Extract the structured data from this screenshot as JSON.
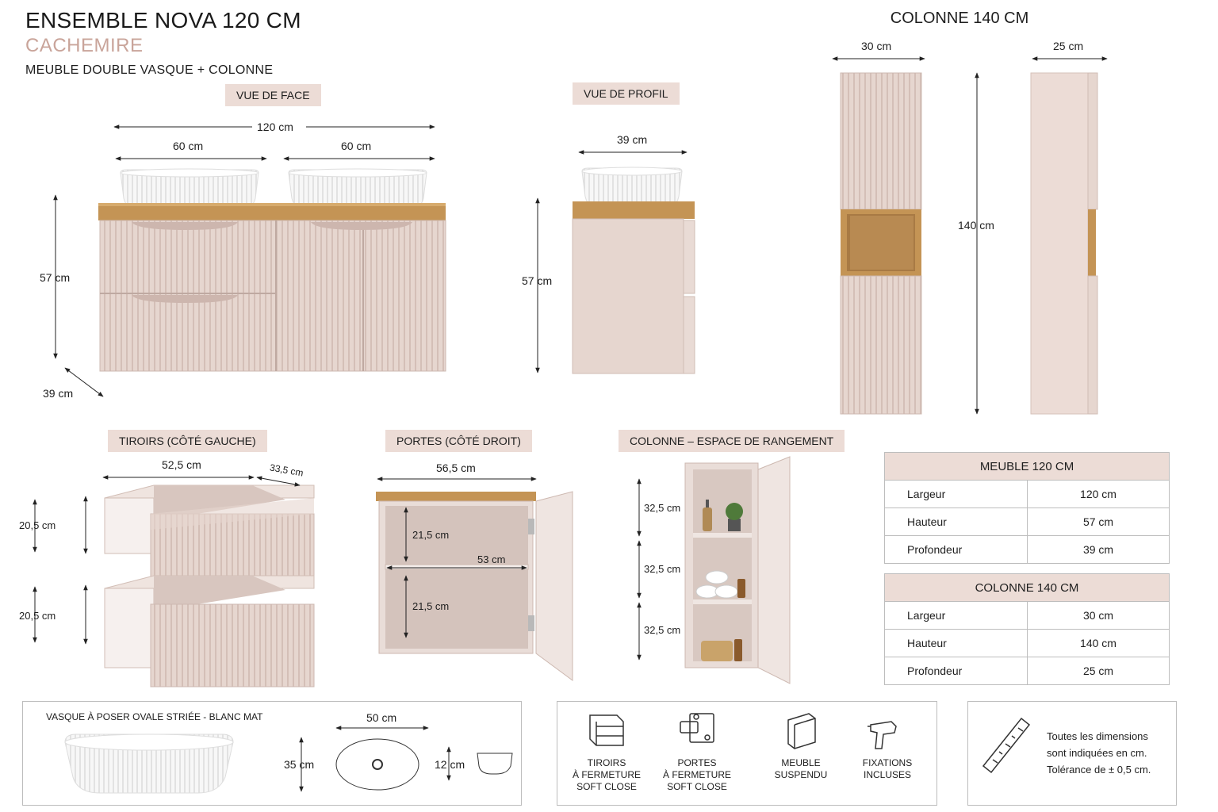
{
  "header": {
    "title": "ENSEMBLE NOVA 120 CM",
    "subtitle": "CACHEMIRE",
    "description": "MEUBLE DOUBLE VASQUE + COLONNE",
    "column_title": "COLONNE 140 CM"
  },
  "views": {
    "front_tag": "VUE DE FACE",
    "profile_tag": "VUE DE PROFIL",
    "drawers_tag": "TIROIRS (CÔTÉ GAUCHE)",
    "doors_tag": "PORTES (CÔTÉ DROIT)",
    "column_tag": "COLONNE – ESPACE DE RANGEMENT"
  },
  "dimensions": {
    "front_total": "120 cm",
    "front_left": "60 cm",
    "front_right": "60 cm",
    "front_height": "57 cm",
    "front_depth": "39 cm",
    "profile_width": "39 cm",
    "profile_height": "57 cm",
    "column_width": "30 cm",
    "column_depth": "25 cm",
    "column_height": "140 cm",
    "drawer_width": "52,5 cm",
    "drawer_depth": "33,5 cm",
    "drawer_top_height": "20,5 cm",
    "drawer_bottom_height": "20,5 cm",
    "door_width": "56,5 cm",
    "door_top_height": "21,5 cm",
    "door_shelf_width": "53 cm",
    "door_bottom_height": "21,5 cm",
    "column_shelf_1": "32,5 cm",
    "column_shelf_2": "32,5 cm",
    "column_shelf_3": "32,5 cm"
  },
  "spec_tables": [
    {
      "title": "MEUBLE 120 CM",
      "rows": [
        {
          "label": "Largeur",
          "value": "120 cm"
        },
        {
          "label": "Hauteur",
          "value": "57 cm"
        },
        {
          "label": "Profondeur",
          "value": "39 cm"
        }
      ]
    },
    {
      "title": "COLONNE 140 CM",
      "rows": [
        {
          "label": "Largeur",
          "value": "30 cm"
        },
        {
          "label": "Hauteur",
          "value": "140 cm"
        },
        {
          "label": "Profondeur",
          "value": "25 cm"
        }
      ]
    }
  ],
  "basin": {
    "label": "VASQUE À POSER OVALE STRIÉE - BLANC MAT",
    "width": "50 cm",
    "depth": "35 cm",
    "height": "12 cm"
  },
  "features": [
    {
      "icon": "drawers-icon",
      "line1": "TIROIRS",
      "line2": "À FERMETURE",
      "line3": "SOFT CLOSE"
    },
    {
      "icon": "hinge-icon",
      "line1": "PORTES",
      "line2": "À FERMETURE",
      "line3": "SOFT CLOSE"
    },
    {
      "icon": "wall-cabinet-icon",
      "line1": "MEUBLE",
      "line2": "SUSPENDU",
      "line3": ""
    },
    {
      "icon": "drill-icon",
      "line1": "FIXATIONS",
      "line2": "INCLUSES",
      "line3": ""
    }
  ],
  "note": {
    "icon": "ruler-icon",
    "line1": "Toutes les dimensions",
    "line2": "sont indiquées en cm.",
    "line3": "Tolérance de ± 0,5 cm."
  },
  "colors": {
    "cashmere": "#e6d6cf",
    "cashmere_dark": "#d6c2ba",
    "wood": "#c49455",
    "tag_bg": "#ecdcd6",
    "subtitle": "#c9a49a"
  }
}
